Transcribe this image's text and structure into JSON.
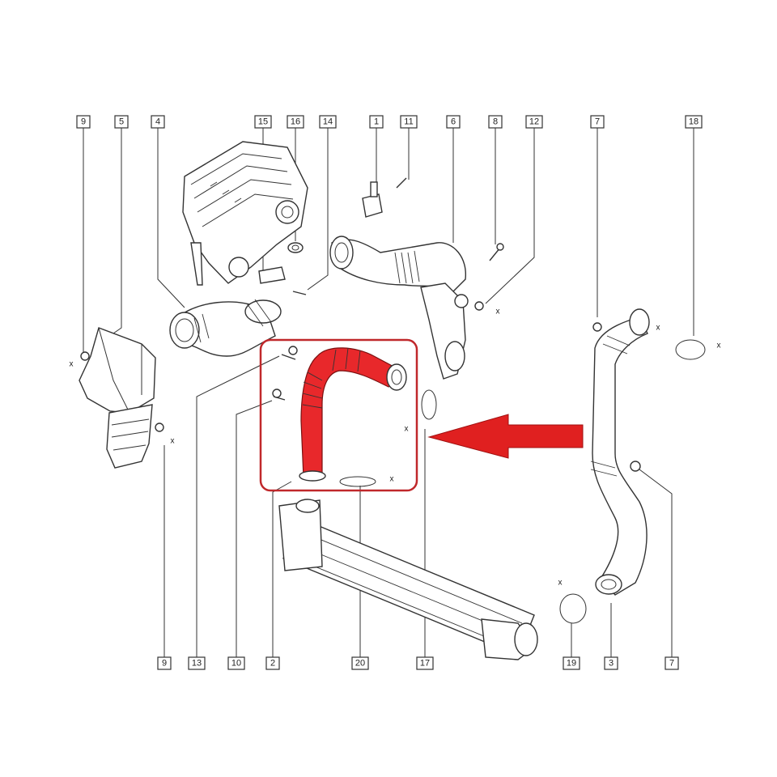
{
  "diagram": {
    "highlight_color": "#e8282b",
    "arrow_color": "#e02020",
    "callouts": {
      "top": [
        "9",
        "5",
        "4",
        "15",
        "16",
        "14",
        "1",
        "11",
        "6",
        "8",
        "12",
        "7",
        "18"
      ],
      "bottom": [
        "9",
        "13",
        "10",
        "2",
        "20",
        "17",
        "19",
        "3",
        "7"
      ]
    },
    "x_marks": [
      "x",
      "x",
      "x",
      "x",
      "x",
      "x",
      "x",
      "x"
    ]
  }
}
